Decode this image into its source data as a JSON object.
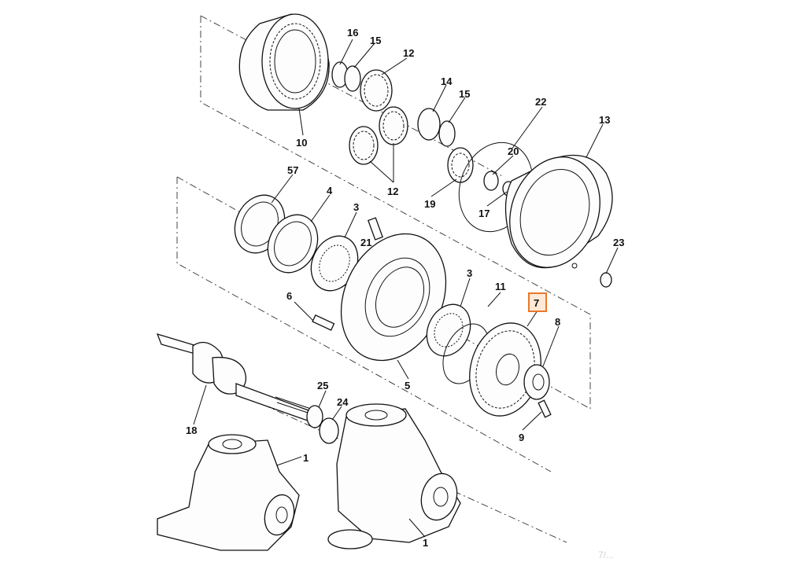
{
  "diagram": {
    "callouts": [
      "10",
      "16",
      "15",
      "12",
      "14",
      "15",
      "22",
      "13",
      "20",
      "12",
      "19",
      "17",
      "57",
      "4",
      "3",
      "21",
      "3",
      "11",
      "7",
      "8",
      "23",
      "6",
      "5",
      "25",
      "24",
      "18",
      "9",
      "1",
      "1"
    ],
    "highlighted_callout": "7",
    "highlight_color": "#e9782a",
    "watermark": "7/..."
  }
}
